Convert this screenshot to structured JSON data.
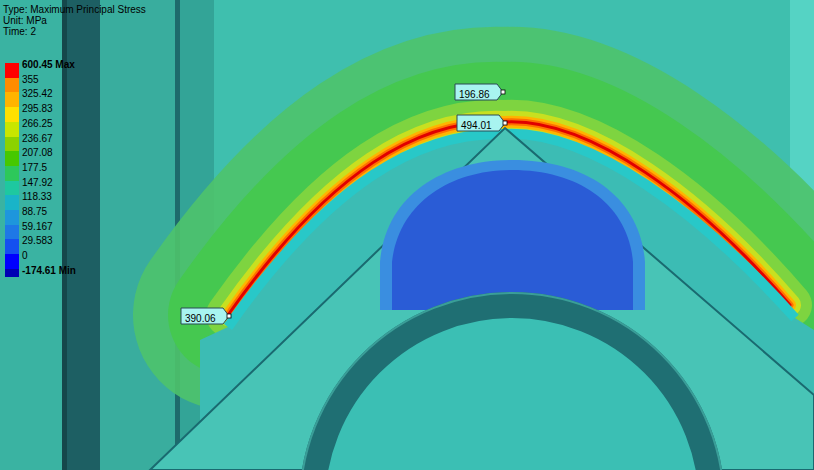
{
  "diagram": {
    "nodes": [
      {
        "text": [
          "196.86"
        ]
      },
      {
        "text": [
          "494.01"
        ]
      },
      {
        "text": [
          "390.06"
        ]
      }
    ],
    "labels": [
      "Type: Maximum Principal Stress",
      "Unit: MPa",
      "Time: 2"
    ],
    "legend": [
      {
        "text": "600.45 Max",
        "color": "#ff0000"
      },
      {
        "text": "355",
        "color": "#ff8c00"
      },
      {
        "text": "325.42",
        "color": "#ffb400"
      },
      {
        "text": "295.83",
        "color": "#ffe000"
      },
      {
        "text": "266.25",
        "color": "#c8e600"
      },
      {
        "text": "236.67",
        "color": "#8cd200"
      },
      {
        "text": "207.08",
        "color": "#46c800"
      },
      {
        "text": "177.5",
        "color": "#2dc85a"
      },
      {
        "text": "147.92",
        "color": "#1ec8a0"
      },
      {
        "text": "118.33",
        "color": "#19b4c8"
      },
      {
        "text": "88.75",
        "color": "#1e96dc"
      },
      {
        "text": "59.167",
        "color": "#1e78e6"
      },
      {
        "text": "29.583",
        "color": "#1450f0"
      },
      {
        "text": "0",
        "color": "#0000ff"
      },
      {
        "text": "-174.61 Min",
        "color": "#0000b4"
      }
    ]
  }
}
